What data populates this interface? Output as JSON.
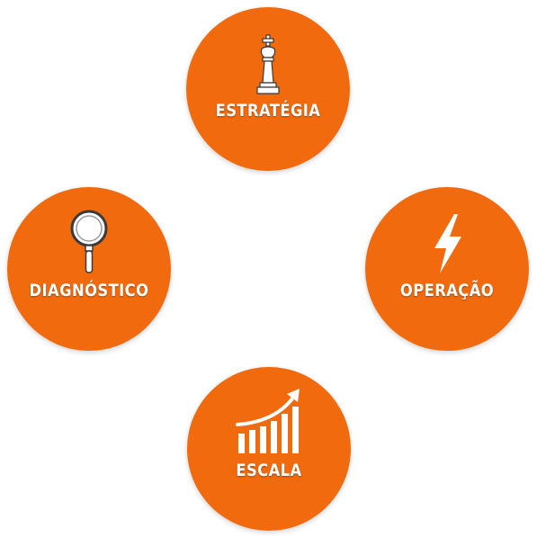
{
  "colors": {
    "node_fill": "#f26a0e",
    "label": "#ffffff"
  },
  "nodes": {
    "estrategia": {
      "label": "ESTRATÉGIA",
      "icon": "chess-king-icon"
    },
    "diagnostico": {
      "label": "DIAGNÓSTICO",
      "icon": "magnifying-glass-icon"
    },
    "operacao": {
      "label": "OPERAÇÃO",
      "icon": "lightning-bolt-icon"
    },
    "escala": {
      "label": "ESCALA",
      "icon": "growth-chart-icon"
    }
  }
}
